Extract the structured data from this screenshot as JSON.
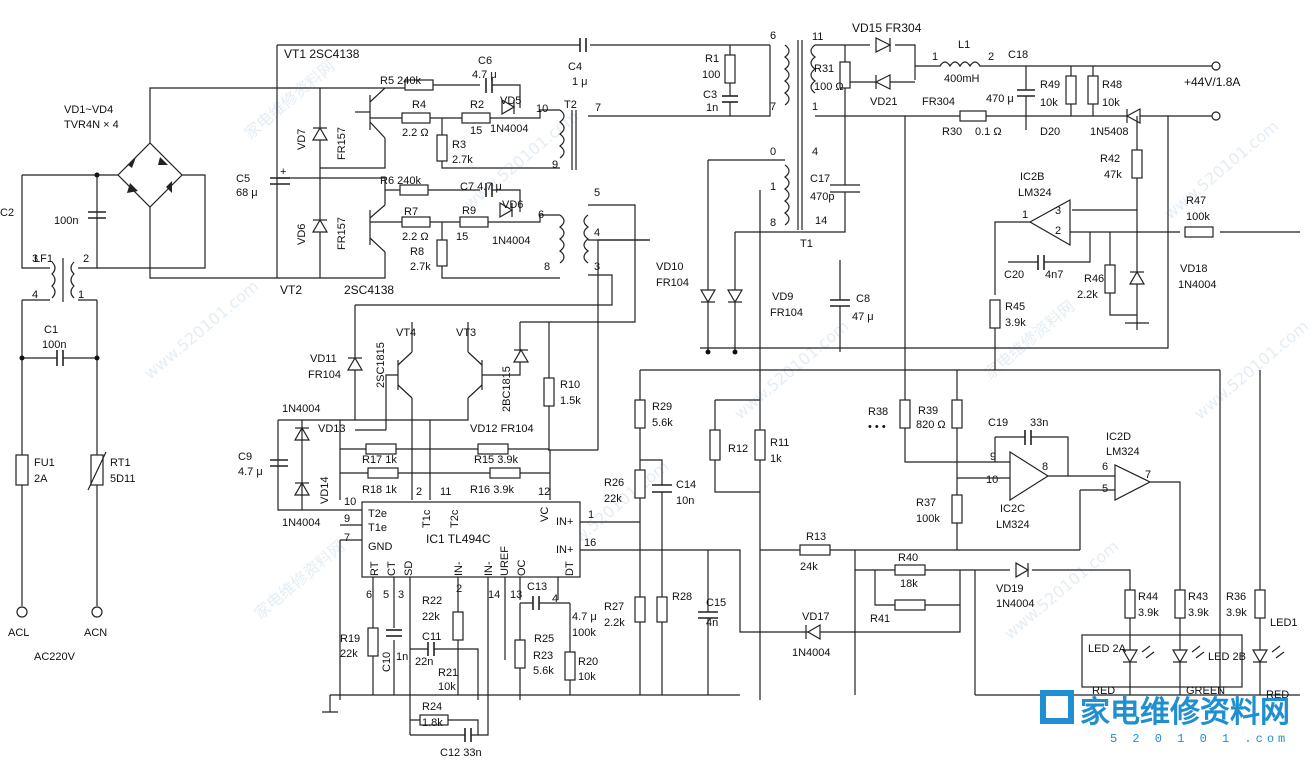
{
  "watermark": {
    "text": "家电维修资料网",
    "url": "www.520101.com",
    "brand": "家电维修资料网",
    "brand_url": "5 2 0 1 0 1 .com"
  },
  "labels": {
    "vt1": "VT1 2SC4138",
    "vt2": "VT2",
    "vt2_part": "2SC4138",
    "c4": "C4",
    "c4v": "1 μ",
    "r1": "R1",
    "r1v": "100",
    "c3": "C3",
    "c3v": "1n",
    "vd15": "VD15 FR304",
    "l1": "L1",
    "l1v": "400mH",
    "c18": "C18",
    "c18v": "470 μ",
    "r49": "R49",
    "r49v": "10k",
    "r48": "R48",
    "r48v": "10k",
    "out": "+44V/1.8A",
    "r31": "R31",
    "r31v": "100 Ω",
    "vd21": "VD21",
    "fr304": "FR304",
    "r30": "R30",
    "r30v": "0.1 Ω",
    "d20": "D20",
    "in5408": "1N5408",
    "r42": "R42",
    "r42v": "47k",
    "ic2b": "IC2B",
    "lm324": "LM324",
    "c17": "C17",
    "c17v": "470p",
    "t1": "T1",
    "r47": "R47",
    "r47v": "100k",
    "c20": "C20",
    "c20v": "4n7",
    "r46": "R46",
    "r46v": "2.2k",
    "vd18": "VD18",
    "in4004": "1N4004",
    "r45": "R45",
    "r45v": "3.9k",
    "vd1": "VD1~VD4",
    "tvr": "TVR4N × 4",
    "c2": "C2",
    "c2v": "100n",
    "lf1": "LF1",
    "c1": "C1",
    "c1v": "100n",
    "fu1": "FU1",
    "fu1v": "2A",
    "rt1": "RT1",
    "rt1v": "5D11",
    "acl": "ACL",
    "acn": "ACN",
    "ac220": "AC220V",
    "c5": "C5",
    "c5v": "68 μ",
    "vd7": "VD7",
    "vd6": "VD6",
    "fr157": "FR157",
    "r5": "R5 240k",
    "r4": "R4",
    "r4v": "2.2 Ω",
    "r2": "R2",
    "r2v": "15",
    "r3": "R3",
    "r3v": "2.7k",
    "c6": "C6",
    "c6v": "4.7 μ",
    "vd5": "VD5",
    "t2": "T2",
    "r6": "R6 240k",
    "r7": "R7",
    "r7v": "2.2 Ω",
    "r9": "R9",
    "r9v": "15",
    "r8": "R8",
    "r8v": "2.7k",
    "c7": "C7 4.7 μ",
    "vd6b": "VD6",
    "vd10": "VD10",
    "fr104": "FR104",
    "vd9": "VD9",
    "c8": "C8",
    "c8v": "47 μ",
    "vt4": "VT4",
    "vt3": "VT3",
    "q4": "2SC1815",
    "q3": "2BC1815",
    "vd11": "VD11",
    "r10": "R10",
    "r10v": "1.5k",
    "vd12": "VD12 FR104",
    "vd13": "VD13",
    "vd14": "VD14",
    "c9": "C9",
    "c9v": "4.7 μ",
    "r17": "R17 1k",
    "r15": "R15 3.9k",
    "r18": "R18 1k",
    "r16": "R16 3.9k",
    "ic1": "IC1 TL494C",
    "t2e": "T2e",
    "t1e": "T1e",
    "gnd": "GND",
    "t1c": "T1c",
    "t2c": "T2c",
    "vc": "VC",
    "inp1": "IN+",
    "inp2": "IN+",
    "rt": "RT",
    "ct": "CT",
    "sd": "SD",
    "inm1": "IN-",
    "inm2": "IN-",
    "uref": "UREF",
    "oc": "OC",
    "dt": "DT",
    "r29": "R29",
    "r29v": "5.6k",
    "r26": "R26",
    "r26v": "22k",
    "c14": "C14",
    "c14v": "10n",
    "r12": "R12",
    "r11": "R11",
    "r11v": "1k",
    "r38": "R38",
    "r39": "R39",
    "r39v": "820 Ω",
    "c19": "C19",
    "c19v": "33n",
    "ic2c": "IC2C",
    "ic2d": "IC2D",
    "r37": "R37",
    "r37v": "100k",
    "r13": "R13",
    "r13v": "24k",
    "r40": "R40",
    "r40v": "18k",
    "vd19": "VD19",
    "r41": "R41",
    "vd17": "VD17",
    "r44": "R44",
    "r44v": "3.9k",
    "r43": "R43",
    "r43v": "3.9k",
    "r36": "R36",
    "r36v": "3.9k",
    "led1": "LED1",
    "led2a": "LED 2A",
    "led2b": "LED 2B",
    "red": "RED",
    "green": "GREEN",
    "red2": "RED",
    "r27": "R27",
    "r27v": "2.2k",
    "r28": "R28",
    "c15": "C15",
    "c15v": "4n",
    "c13": "C13",
    "c13v": "4.7 μ",
    "r25": "R25",
    "r25v": "100k",
    "r23": "R23",
    "r23v": "5.6k",
    "r20": "R20",
    "r20v": "10k",
    "r22": "R22",
    "r22v": "22k",
    "c11": "C11",
    "c11v": "22n",
    "r21": "R21",
    "r21v": "10k",
    "r19": "R19",
    "r19v": "22k",
    "c10": "C10",
    "c10v": "1n",
    "r24": "R24",
    "r24v": "1.8k",
    "c12": "C12 33n"
  }
}
